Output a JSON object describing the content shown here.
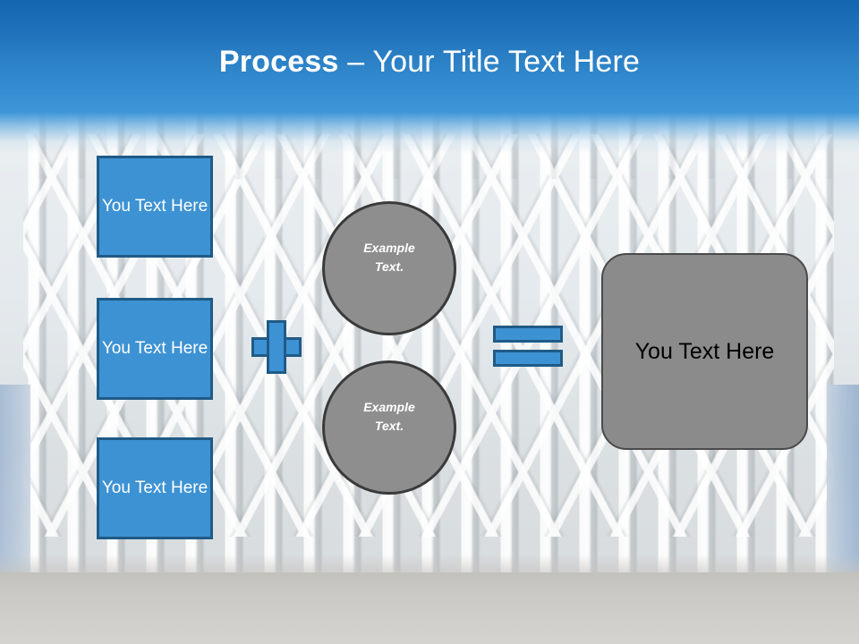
{
  "slide": {
    "title": {
      "strong": "Process",
      "rest": " – Your Title Text Here"
    },
    "header_gradient_top": "#1566b0",
    "header_gradient_bottom": "#3f96d9",
    "accent_blue": "#3d92d3",
    "accent_blue_border": "#1f5b86",
    "grey_fill": "#8e8e8e",
    "grey_border": "#3a3a3a",
    "result_fill": "#8b8b8b"
  },
  "inputs": [
    {
      "label": "You Text Here"
    },
    {
      "label": "You Text Here"
    },
    {
      "label": "You Text Here"
    }
  ],
  "operators": {
    "plus": "+",
    "equals": "="
  },
  "circles": [
    {
      "line1": "Example",
      "line2": "Text."
    },
    {
      "line1": "Example",
      "line2": "Text."
    }
  ],
  "result": {
    "label": "You Text Here"
  }
}
